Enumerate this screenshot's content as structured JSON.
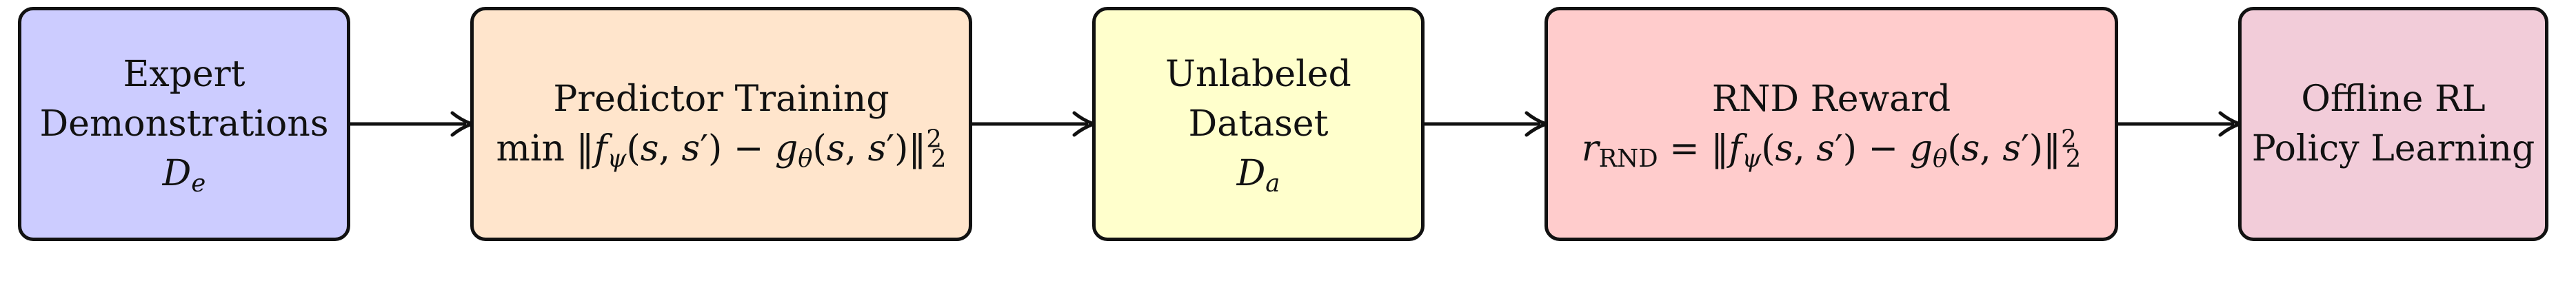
{
  "nodes": [
    {
      "id": "expert",
      "lines": [
        "Expert",
        "Demonstrations"
      ],
      "symbol": "D",
      "symbol_sub": "e",
      "fill": "#ccccff"
    },
    {
      "id": "predictor",
      "lines": [
        "Predictor Training"
      ],
      "formula": "min ‖f_ψ(s, s′) − g_θ(s, s′)‖²₂",
      "fill": "#ffe5cc"
    },
    {
      "id": "unlabeled",
      "lines": [
        "Unlabeled",
        "Dataset"
      ],
      "symbol": "D",
      "symbol_sub": "a",
      "fill": "#ffffcc"
    },
    {
      "id": "rnd",
      "lines": [
        "RND Reward"
      ],
      "formula": "r_RND = ‖f_ψ(s, s′) − g_θ(s, s′)‖²₂",
      "fill": "#ffcccc"
    },
    {
      "id": "offline",
      "lines": [
        "Offline RL",
        "Policy Learning"
      ],
      "fill": "#f2ccd9"
    }
  ],
  "stroke_color": "#111111"
}
